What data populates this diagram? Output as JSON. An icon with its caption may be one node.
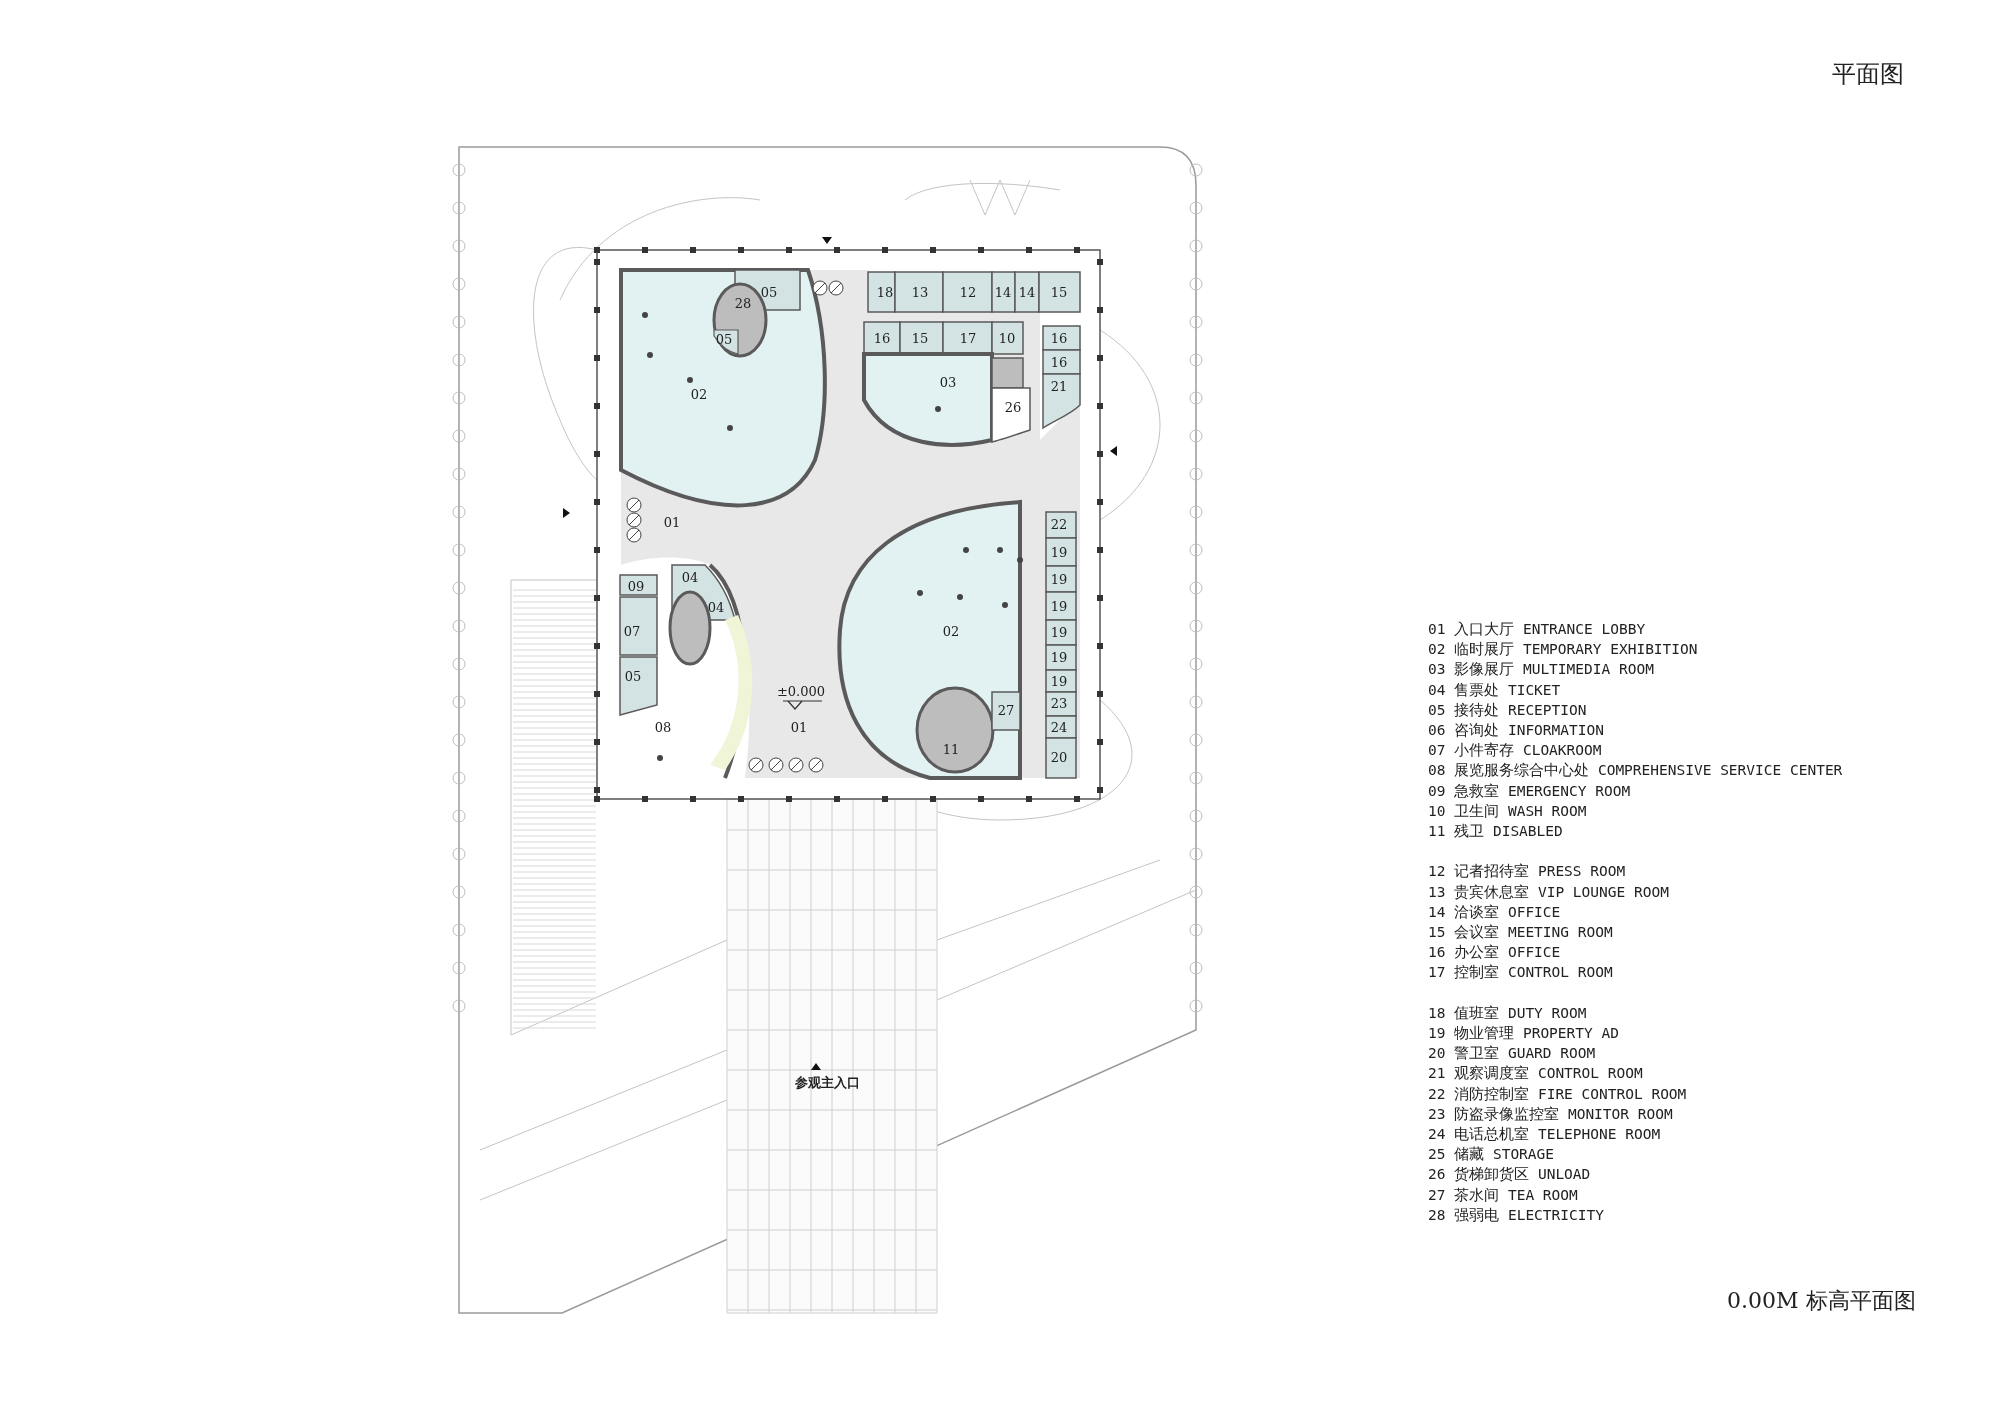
{
  "diagram": {
    "title": "平面图",
    "caption": "0.00M 标高平面图",
    "labels": [
      "05",
      "18",
      "13",
      "12",
      "14",
      "14",
      "15",
      "28",
      "05",
      "16",
      "15",
      "17",
      "10",
      "16",
      "16",
      "03",
      "21",
      "02",
      "26",
      "01",
      "22",
      "19",
      "04",
      "19",
      "09",
      "04",
      "19",
      "07",
      "02",
      "19",
      "19",
      "05",
      "19",
      "±0.000",
      "23",
      "27",
      "08",
      "01",
      "24",
      "11",
      "20",
      "参观主入口",
      "01 入口大厅 ENTRANCE LOBBY",
      "02 临时展厅 TEMPORARY EXHIBITION",
      "03 影像展厅 MULTIMEDIA ROOM",
      "04 售票处 TICKET",
      "05 接待处 RECEPTION",
      "06 咨询处 INFORMATION",
      "07 小件寄存 CLOAKROOM",
      "08 展览服务综合中心处 COMPREHENSIVE SERVICE CENTER",
      "09 急救室 EMERGENCY ROOM",
      "10 卫生间 WASH ROOM",
      "11 残卫 DISABLED",
      "12 记者招待室 PRESS ROOM",
      "13 贵宾休息室 VIP LOUNGE ROOM",
      "14 洽谈室 OFFICE",
      "15 会议室 MEETING ROOM",
      "16 办公室 OFFICE",
      "17 控制室 CONTROL ROOM",
      "18 值班室 DUTY ROOM",
      "19 物业管理 PROPERTY AD",
      "20 警卫室 GUARD ROOM",
      "21 观察调度室 CONTROL ROOM",
      "22 消防控制室 FIRE CONTROL ROOM",
      "23 防盗录像监控室 MONITOR ROOM",
      "24 电话总机室 TELEPHONE ROOM",
      "25 储藏 STORAGE",
      "26 货梯卸货区 UNLOAD",
      "27 茶水间 TEA ROOM",
      "28 强弱电 ELECTRICITY"
    ]
  }
}
